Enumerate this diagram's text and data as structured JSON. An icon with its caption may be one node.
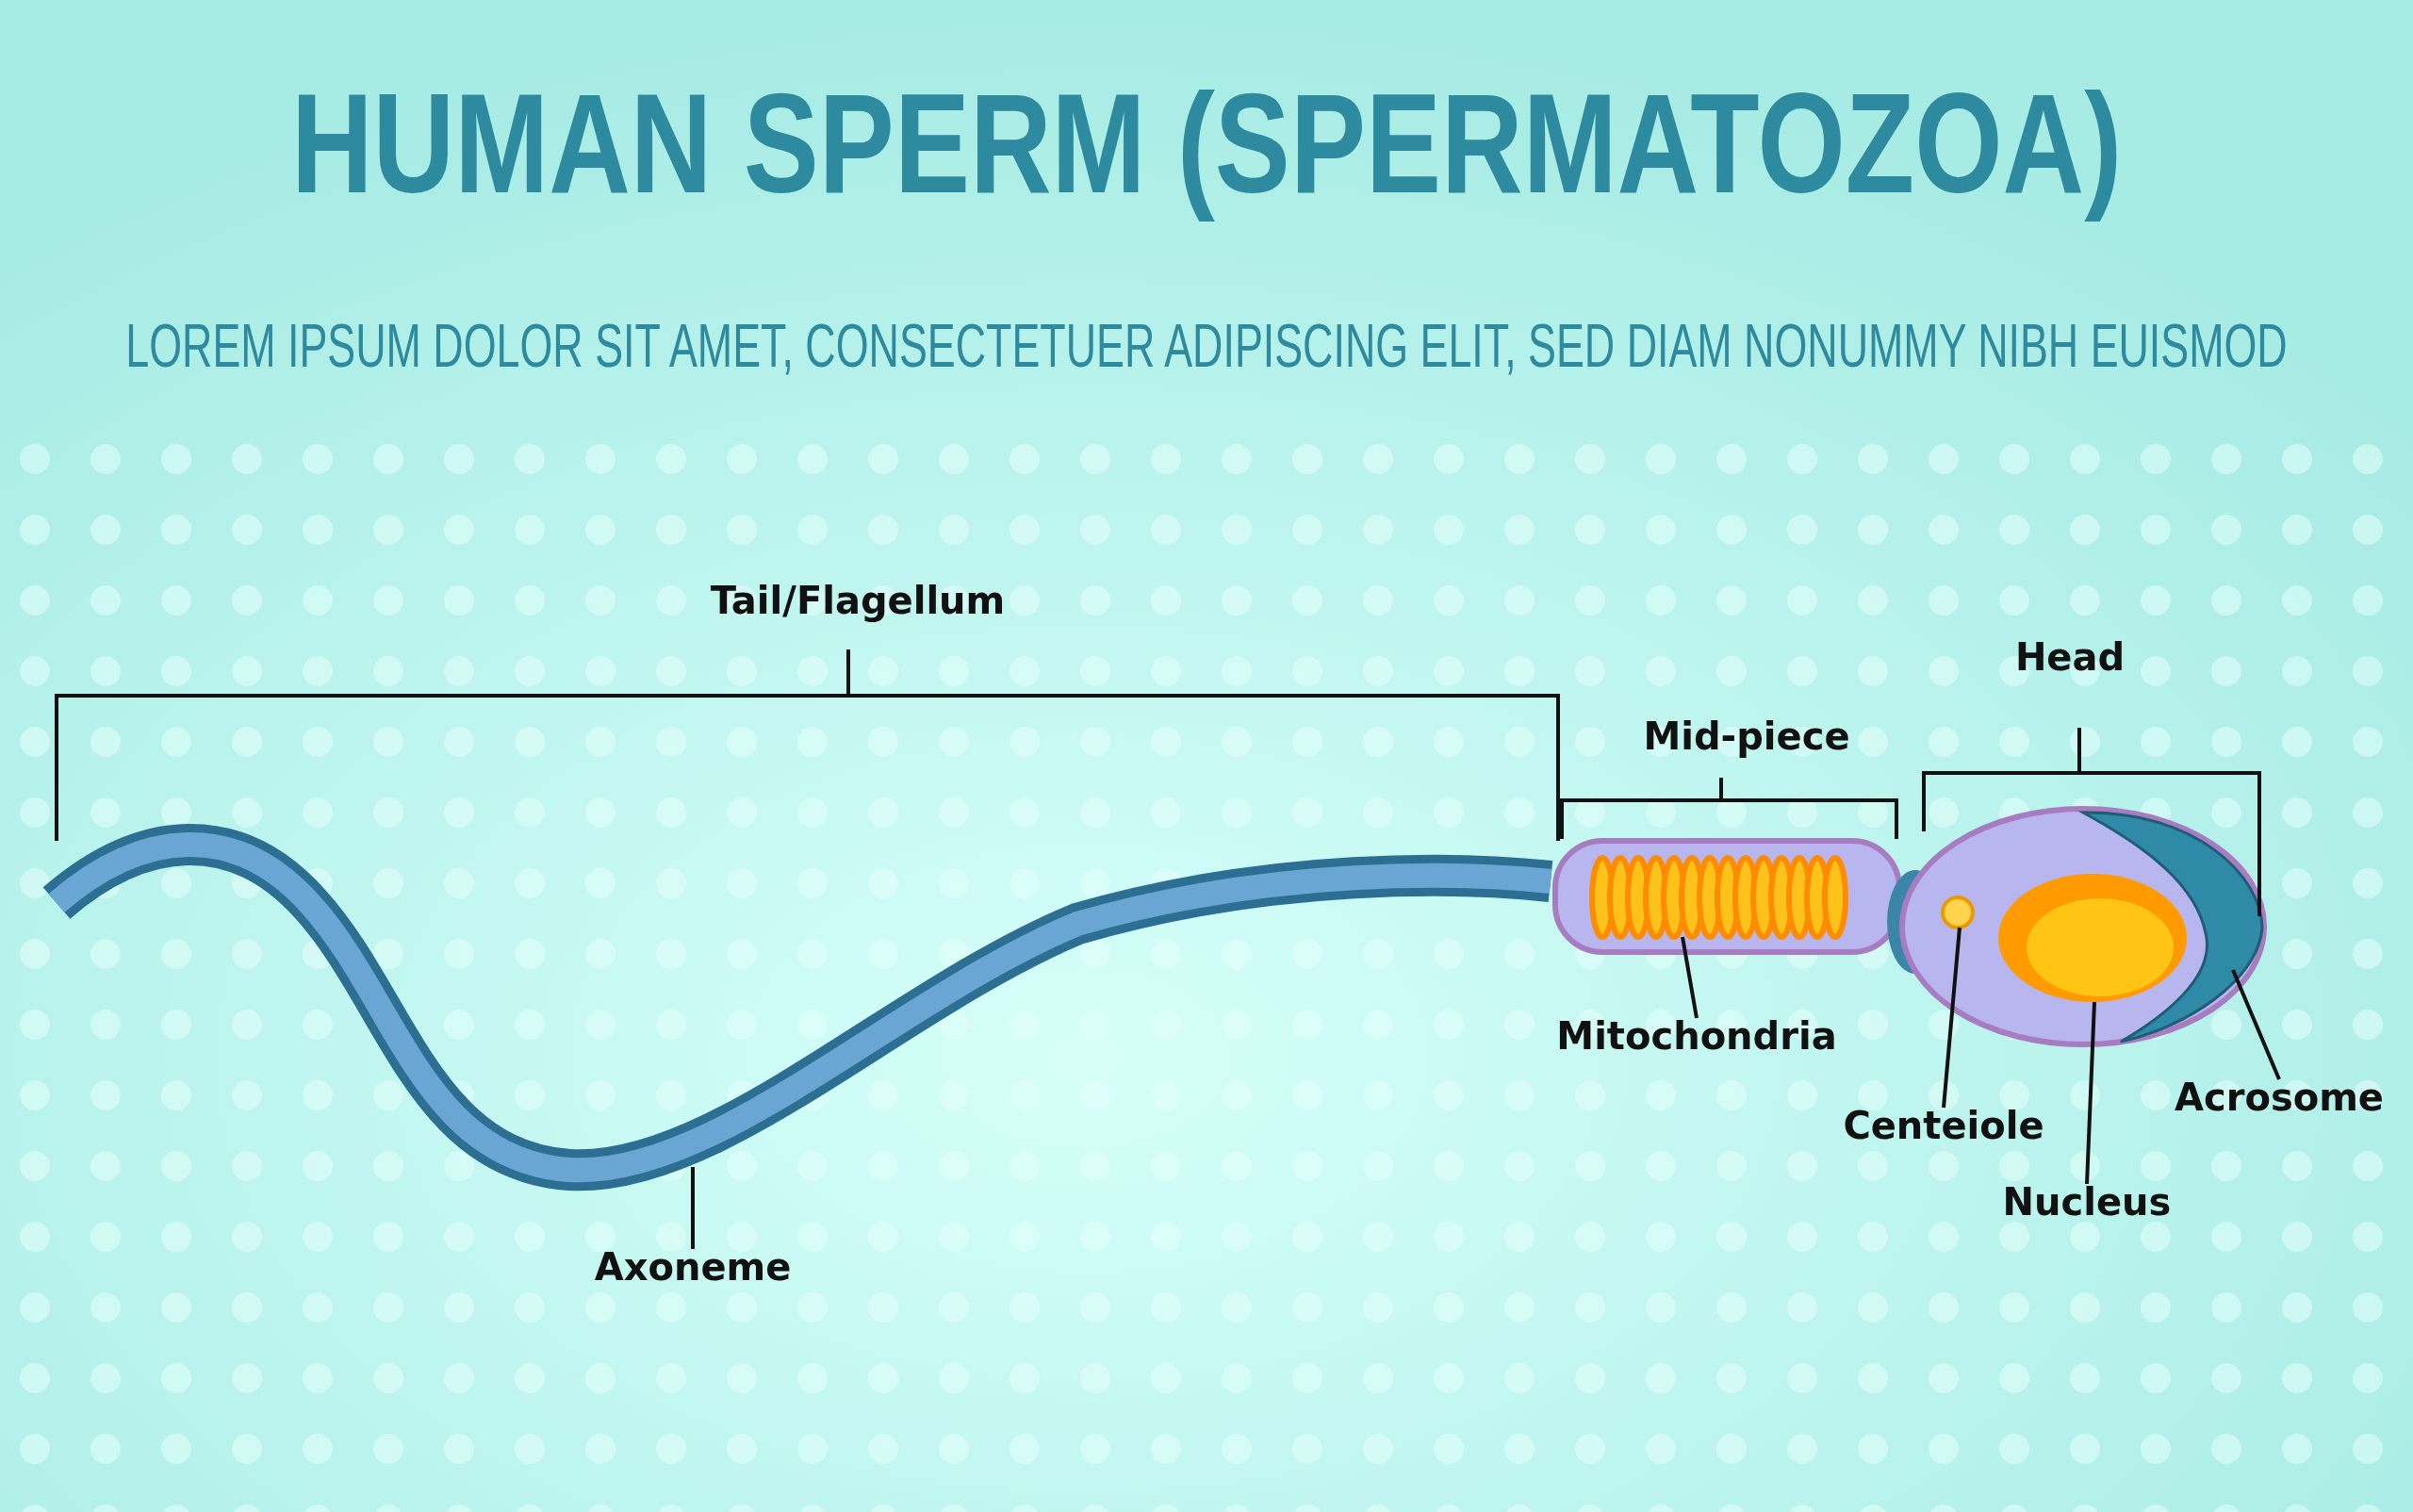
{
  "diagram": {
    "title": "HUMAN SPERM (SPERMATOZOA)",
    "nodes": [
      {
        "text": [
          "Axoneme"
        ]
      },
      {
        "text": [],
        "shape": "picture"
      },
      {
        "text": [
          "Mitochondria"
        ]
      },
      {
        "text": [],
        "shape": "picture"
      },
      {
        "text": [
          "Centeiole"
        ]
      },
      {
        "text": [],
        "shape": "circle"
      },
      {
        "text": [
          "Nucleus"
        ]
      },
      {
        "text": [],
        "shape": "picture"
      },
      {
        "text": [
          "Acrosome"
        ]
      },
      {
        "text": [],
        "shape": "picture"
      }
    ],
    "edges": [
      {
        "from": 0,
        "to": 1,
        "arrow": "none"
      },
      {
        "from": 2,
        "to": 3,
        "arrow": "none"
      },
      {
        "from": 4,
        "to": 5,
        "arrow": "none"
      },
      {
        "from": 6,
        "to": 7,
        "arrow": "none"
      },
      {
        "from": 8,
        "to": 9,
        "arrow": "none"
      }
    ],
    "labels": [
      "LOREM IPSUM DOLOR SIT AMET, CONSECTETUER ADIPISCING ELIT, SED DIAM NONUMMY NIBH EUISMOD",
      "Tail/Flagellum",
      "Mid-piece",
      "Head"
    ]
  }
}
